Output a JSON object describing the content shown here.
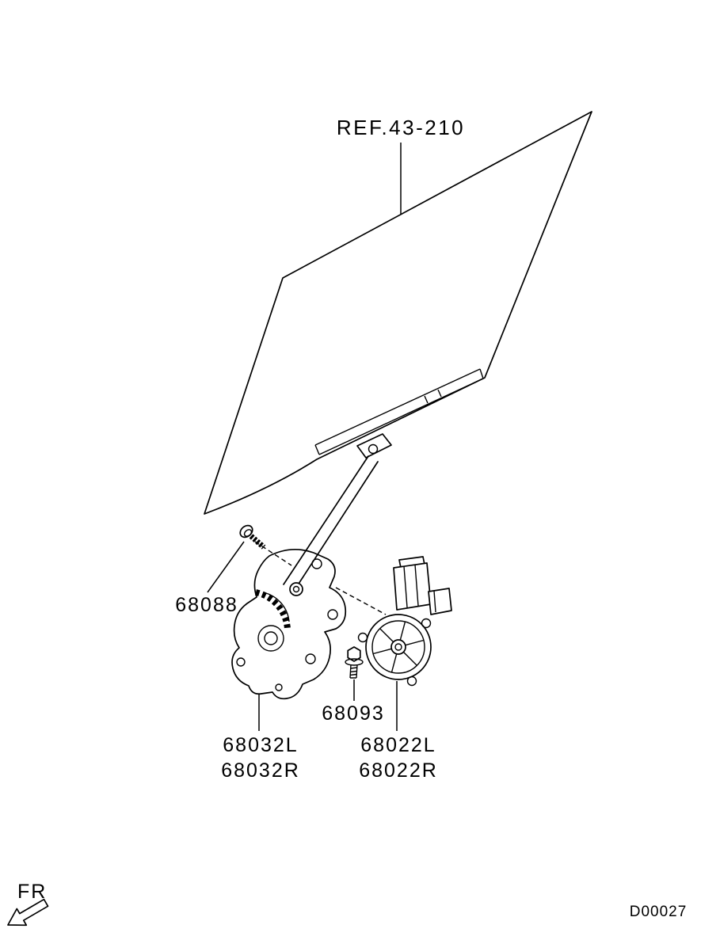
{
  "diagram": {
    "ref_label": "REF.43-210",
    "callouts": {
      "screw": "68088",
      "regulator_left": "68032L",
      "regulator_right": "68032R",
      "bolt": "68093",
      "motor_left": "68022L",
      "motor_right": "68022R"
    },
    "direction_label": "FR",
    "drawing_number": "D00027",
    "colors": {
      "line": "#000000",
      "background": "#ffffff"
    },
    "parts": [
      {
        "name": "door-window-glass",
        "ref": "REF.43-210"
      },
      {
        "name": "window-regulator",
        "labels": [
          "68032L",
          "68032R"
        ]
      },
      {
        "name": "regulator-motor",
        "labels": [
          "68022L",
          "68022R"
        ]
      },
      {
        "name": "mounting-screw",
        "label": "68088"
      },
      {
        "name": "mounting-bolt",
        "label": "68093"
      }
    ]
  }
}
